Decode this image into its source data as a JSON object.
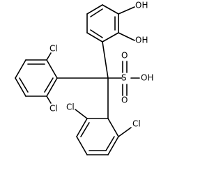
{
  "molecule": {
    "atoms": {
      "hydroxyl_top": "OH",
      "hydroxyl_mid": "OH",
      "chlorine_upper_left": "Cl",
      "chlorine_left_bottom": "Cl",
      "chlorine_bottom_left": "Cl",
      "chlorine_bottom_right": "Cl",
      "sulfur": "S",
      "sulfonyl_oxygen_top": "O",
      "sulfonyl_oxygen_bottom": "O",
      "sulfonic_hydroxyl": "OH"
    }
  },
  "colors": {
    "bond": "#000000",
    "text": "#000000",
    "background": "#ffffff"
  }
}
